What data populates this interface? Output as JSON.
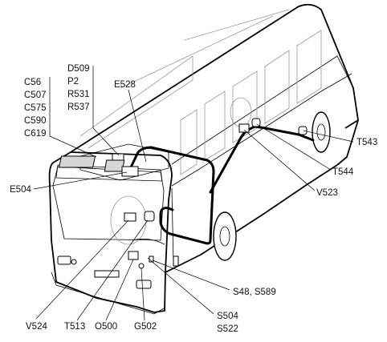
{
  "labels": {
    "d509": "D509",
    "p2": "P2",
    "r531": "R531",
    "r537": "R537",
    "c56": "C56",
    "c507": "C507",
    "c575": "C575",
    "c590": "C590",
    "c619": "C619",
    "e528": "E528",
    "e504": "E504",
    "t543": "T543",
    "t544": "T544",
    "v523": "V523",
    "s48_s589": "S48, S589",
    "s504": "S504",
    "s522": "S522",
    "v524": "V524",
    "t513": "T513",
    "o500": "O500",
    "g502": "G502"
  }
}
